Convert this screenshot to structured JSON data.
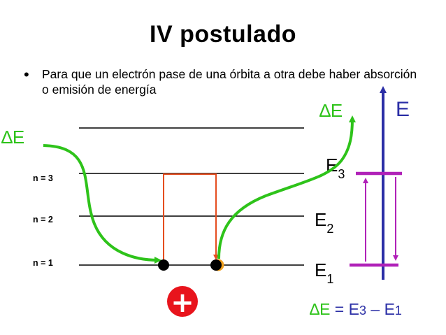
{
  "title": "IV postulado",
  "bullet": {
    "marker": "•",
    "text": "Para que un electrón pase de una órbita a otra debe haber absorción o emisión de energía"
  },
  "levels": [
    {
      "label": "n = 3"
    },
    {
      "label": "n = 2"
    },
    {
      "label": "n = 1"
    }
  ],
  "energy_labels": [
    {
      "main": "E",
      "sub": "3"
    },
    {
      "main": "E",
      "sub": "2"
    },
    {
      "main": "E",
      "sub": "1"
    }
  ],
  "delta_in": "∆E",
  "delta_out": "∆E",
  "energy_axis_label": "E",
  "nucleus_symbol": "+",
  "formula": {
    "delta": "∆E",
    "equals": " = ",
    "e3": "E",
    "e3_sub": "3",
    "minus": " – ",
    "e1": "E",
    "e1_sub": "1"
  },
  "colors": {
    "green": "#2ec31a",
    "red": "#e54d1f",
    "magenta": "#b021b8",
    "blue": "#2b2fa6",
    "nucleus": "#e8141c",
    "electron_edge": "#f0a020"
  }
}
